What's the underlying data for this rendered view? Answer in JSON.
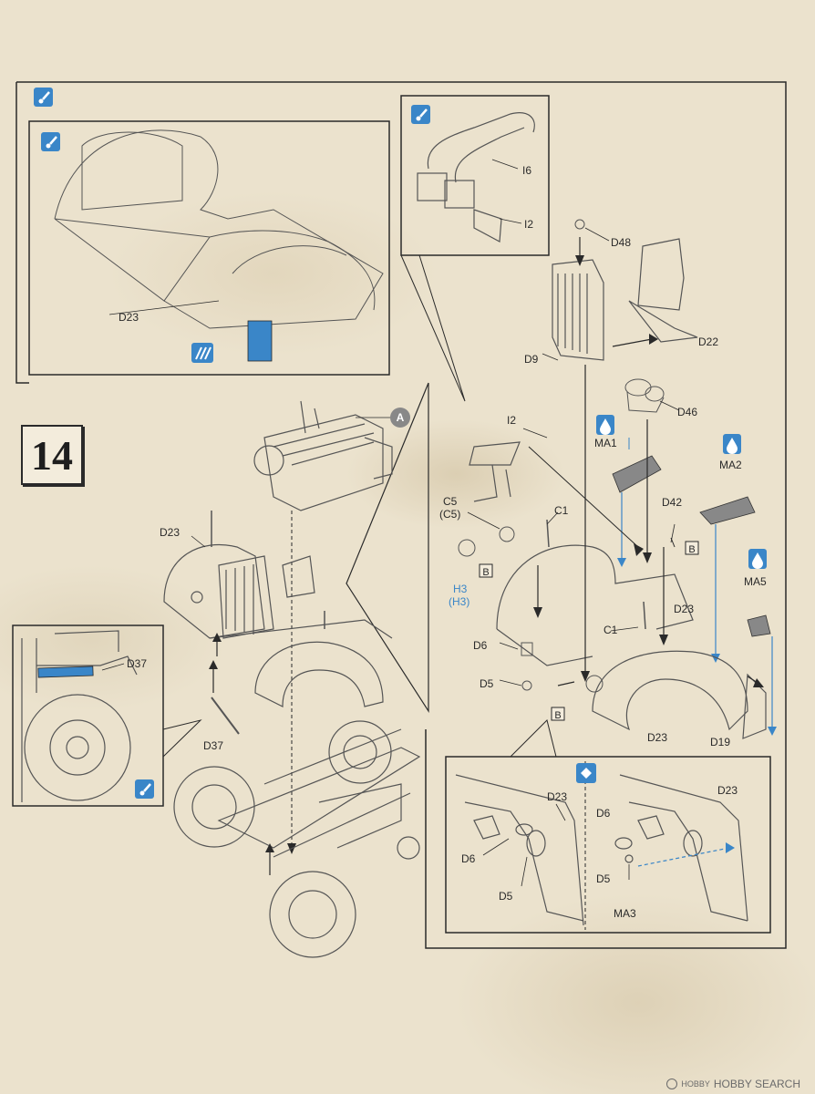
{
  "step_number": "14",
  "labels": {
    "d23_top": "D23",
    "i6": "I6",
    "i2_top": "I2",
    "d48": "D48",
    "d9": "D9",
    "d22": "D22",
    "d46": "D46",
    "i2_mid": "I2",
    "ma1": "MA1",
    "ma2": "MA2",
    "c5": "C5",
    "c5_paren": "(C5)",
    "c1_top": "C1",
    "d42": "D42",
    "ma5": "MA5",
    "h3": "H3",
    "h3_paren": "(H3)",
    "d23_left": "D23",
    "d23_mid": "D23",
    "c1_mid": "C1",
    "d6": "D6",
    "d5": "D5",
    "d23_lower": "D23",
    "d19": "D19",
    "d37_top": "D37",
    "d37_bottom": "D37",
    "detail_d23_a": "D23",
    "detail_d23_b": "D23",
    "detail_d6_a": "D6",
    "detail_d6_b": "D6",
    "detail_d5_a": "D5",
    "detail_d5_b": "D5",
    "detail_ma3": "MA3",
    "callout_a": "A",
    "callout_b1": "B",
    "callout_b2": "B",
    "callout_b3": "B"
  },
  "footer": {
    "brand": "HOBBY SEARCH",
    "sub": "HOBBY"
  },
  "colors": {
    "paint_blue": "#3a86c8",
    "line": "#2a2a2a",
    "paper": "#ebe2cd"
  }
}
